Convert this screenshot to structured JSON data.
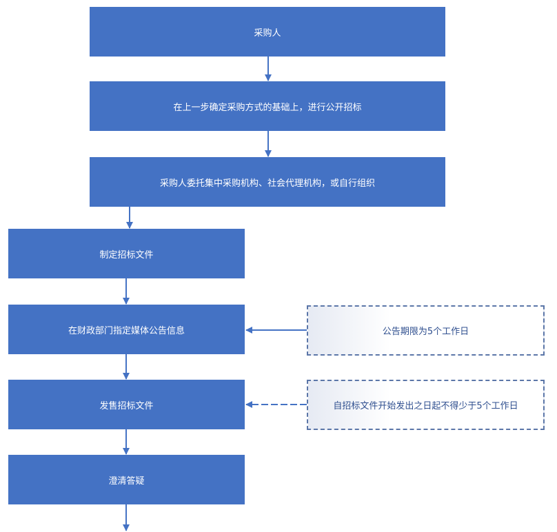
{
  "flow": {
    "steps": [
      {
        "label": "采购人"
      },
      {
        "label": "在上一步确定采购方式的基础上，进行公开招标"
      },
      {
        "label": "采购人委托集中采购机构、社会代理机构，或自行组织"
      },
      {
        "label": "制定招标文件"
      },
      {
        "label": "在财政部门指定媒体公告信息"
      },
      {
        "label": "发售招标文件"
      },
      {
        "label": "澄清答疑"
      }
    ],
    "notes": [
      {
        "label": "公告期限为5个工作日"
      },
      {
        "label": "自招标文件开始发出之日起不得少于5个工作日"
      }
    ]
  },
  "colors": {
    "box_fill": "#4472c4",
    "arrow": "#4472c4",
    "note_border": "#5b76a8"
  }
}
